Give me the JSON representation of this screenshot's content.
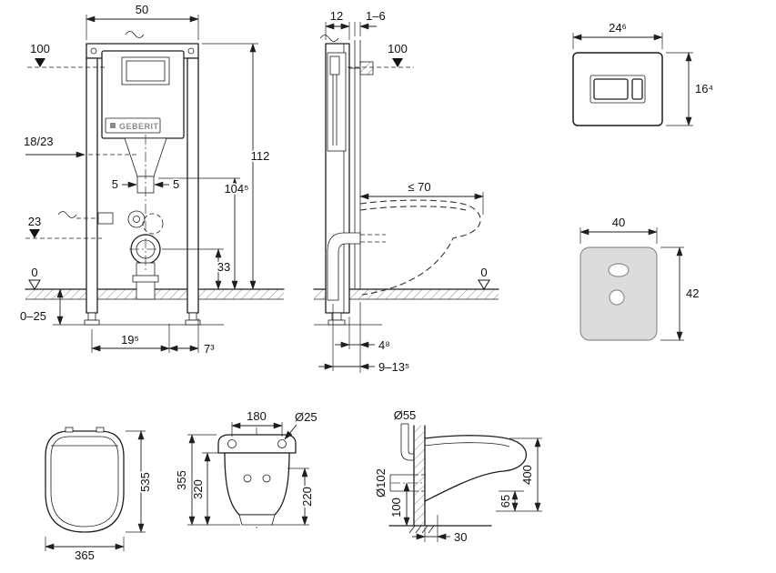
{
  "brand": "GEBERIT",
  "front_view": {
    "dim_50": "50",
    "dim_100": "100",
    "dim_112": "112",
    "dim_104_5": "104⁵",
    "dim_18_23": "18/23",
    "dim_5_left": "5",
    "dim_5_right": "5",
    "dim_23": "23",
    "dim_33": "33",
    "dim_0": "0",
    "dim_0_25": "0–25",
    "dim_19_5": "19⁵",
    "dim_7_3": "7³"
  },
  "side_view": {
    "dim_12": "12",
    "dim_1_6": "1–6",
    "dim_100": "100",
    "dim_max70": "≤ 70",
    "dim_0": "0",
    "dim_4_8": "4⁸",
    "dim_9_13_5": "9–13⁵"
  },
  "flush_plate": {
    "dim_width": "24⁶",
    "dim_height": "16⁴"
  },
  "sound_mat": {
    "dim_width": "40",
    "dim_height": "42"
  },
  "wc_top": {
    "dim_535": "535",
    "dim_365": "365"
  },
  "wc_front": {
    "dim_180": "180",
    "dim_25": "Ø25",
    "dim_355": "355",
    "dim_320": "320",
    "dim_220": "220"
  },
  "wc_side": {
    "dim_55": "Ø55",
    "dim_102": "Ø102",
    "dim_100": "100",
    "dim_65": "65",
    "dim_400": "400",
    "dim_30": "30"
  }
}
